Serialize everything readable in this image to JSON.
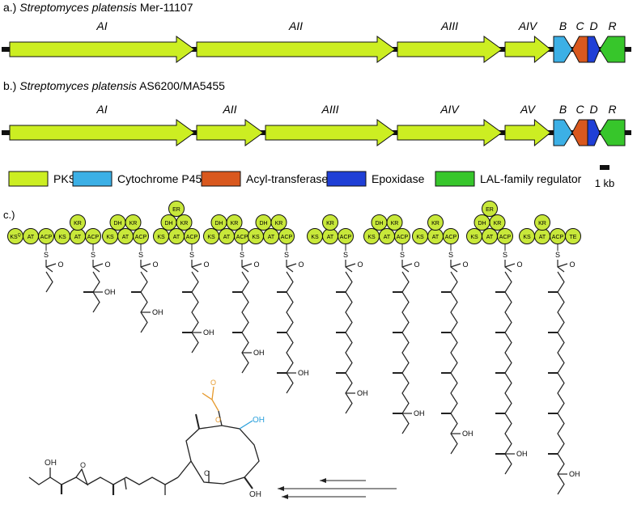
{
  "panel_a": {
    "prefix": "a.) ",
    "species": "Streptomyces platensis",
    "strain": " Mer-11107",
    "genes": [
      {
        "label": "AI",
        "kind": "PKS",
        "dir": "right"
      },
      {
        "label": "AII",
        "kind": "PKS",
        "dir": "right"
      },
      {
        "label": "AIII",
        "kind": "PKS",
        "dir": "right"
      },
      {
        "label": "AIV",
        "kind": "PKS",
        "dir": "right"
      },
      {
        "label": "B",
        "kind": "P450",
        "dir": "right"
      },
      {
        "label": "C",
        "kind": "AT",
        "dir": "left"
      },
      {
        "label": "D",
        "kind": "EPOX",
        "dir": "right"
      },
      {
        "label": "R",
        "kind": "LAL",
        "dir": "left"
      }
    ]
  },
  "panel_b": {
    "prefix": "b.) ",
    "species": "Streptomyces platensis",
    "strain": " AS6200/MA5455",
    "genes": [
      {
        "label": "AI",
        "kind": "PKS",
        "dir": "right"
      },
      {
        "label": "AII",
        "kind": "PKS",
        "dir": "right"
      },
      {
        "label": "AIII",
        "kind": "PKS",
        "dir": "right"
      },
      {
        "label": "AIV",
        "kind": "PKS",
        "dir": "right"
      },
      {
        "label": "AV",
        "kind": "PKS",
        "dir": "right"
      },
      {
        "label": "B",
        "kind": "P450",
        "dir": "right"
      },
      {
        "label": "C",
        "kind": "AT",
        "dir": "left"
      },
      {
        "label": "D",
        "kind": "EPOX",
        "dir": "right"
      },
      {
        "label": "R",
        "kind": "LAL",
        "dir": "left"
      }
    ]
  },
  "legend": [
    {
      "kind": "PKS",
      "label": "PKS",
      "color": "#ccee22"
    },
    {
      "kind": "P450",
      "label": "Cytochrome P450",
      "color": "#3cb0e6"
    },
    {
      "kind": "AT",
      "label": "Acyl-transferase",
      "color": "#d9581e"
    },
    {
      "kind": "EPOX",
      "label": "Epoxidase",
      "color": "#1f3fd6"
    },
    {
      "kind": "LAL",
      "label": "LAL-family regulator",
      "color": "#37c62b"
    }
  ],
  "scale_bar": {
    "label": "1 kb"
  },
  "panel_c": {
    "label": "c.)",
    "sulfur": "S",
    "oxygen": "O",
    "hydroxyl": "OH",
    "modules": [
      {
        "domains": [
          "KS",
          "AT",
          "ACP"
        ],
        "ks_superscript": "Q"
      },
      {
        "domains": [
          "KS",
          "AT",
          "ACP",
          "KR"
        ]
      },
      {
        "domains": [
          "KS",
          "AT",
          "ACP",
          "DH",
          "KR"
        ]
      },
      {
        "domains": [
          "KS",
          "AT",
          "ACP",
          "DH",
          "KR",
          "ER"
        ]
      },
      {
        "domains": [
          "KS",
          "AT",
          "ACP",
          "DH",
          "KR"
        ]
      },
      {
        "domains": [
          "KS",
          "AT",
          "ACP",
          "DH",
          "KR"
        ]
      },
      {
        "domains": [
          "KS",
          "AT",
          "ACP",
          "KR"
        ]
      },
      {
        "domains": [
          "KS",
          "AT",
          "ACP",
          "DH",
          "KR"
        ]
      },
      {
        "domains": [
          "KS",
          "AT",
          "ACP",
          "KR"
        ]
      },
      {
        "domains": [
          "KS",
          "AT",
          "ACP",
          "DH",
          "KR",
          "ER"
        ]
      },
      {
        "domains": [
          "KS",
          "AT",
          "ACP",
          "KR",
          "TE"
        ]
      }
    ]
  },
  "colors": {
    "pks": "#ccee22",
    "domain_fill": "#c8e83a",
    "acetyl": "#e69a2e",
    "hydroxyl_blue": "#2aa0dc",
    "bond": "#222222"
  }
}
